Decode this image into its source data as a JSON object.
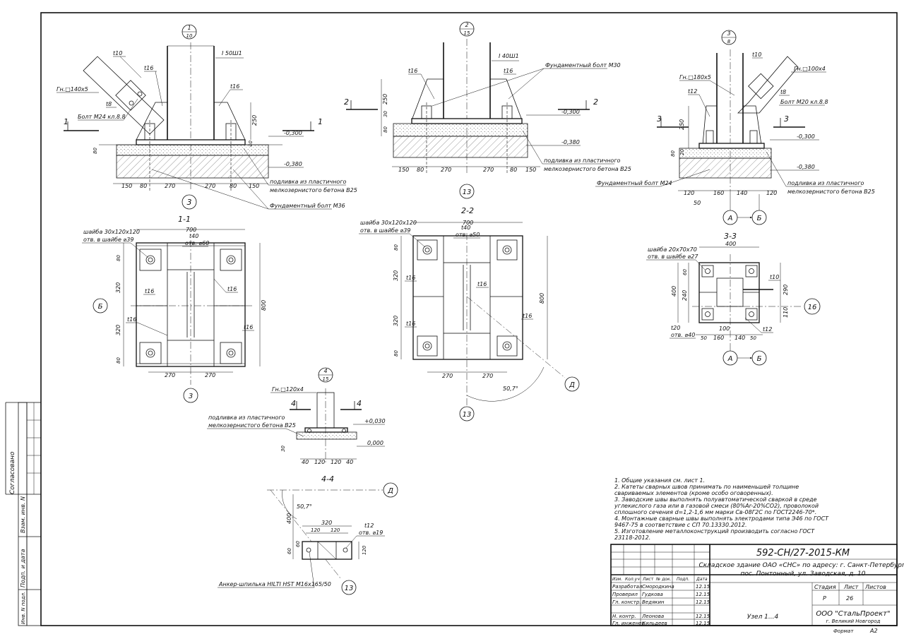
{
  "views": {
    "v1": {
      "marker_num": "1",
      "marker_sheet": "10",
      "beam": "I 50Ш1",
      "brace_plate": "Гн.□140х5",
      "bolt_note": "Болт М24 кл.8.8",
      "t10": "t10",
      "t16a": "t16",
      "t16b": "t16",
      "t8": "t8",
      "section": "1",
      "elev1": "-0,300",
      "elev2": "-0,380",
      "grout_note1": "подливка из пластичного",
      "grout_note2": "мелкозернистого бетона В25",
      "anchor_note": "Фундаментный болт М36",
      "dims_bottom": [
        "150",
        "80",
        "270",
        "270",
        "80",
        "150"
      ],
      "dim_v1": "250",
      "dim_v2": "80",
      "dim_v3": "40",
      "axis": "3"
    },
    "v2": {
      "marker_num": "2",
      "marker_sheet": "15",
      "beam": "I 40Ш1",
      "anchor_note": "Фундаментный болт М30",
      "t16a": "t16",
      "t16b": "t16",
      "section": "2",
      "elev1": "-0,300",
      "elev2": "-0,380",
      "grout_note1": "подливка из пластичного",
      "grout_note2": "мелкозернистого бетона В25",
      "dims_bottom": [
        "150",
        "80",
        "270",
        "270",
        "80",
        "150"
      ],
      "dim_v1": "250",
      "dim_v2": "30",
      "dim_v3": "80",
      "axis": "13"
    },
    "v3": {
      "marker_num": "3",
      "marker_sheet": "8",
      "brace_plate1": "Гн.□180х5",
      "brace_plate2": "Гн.□100х4",
      "t10": "t10",
      "t12": "t12",
      "t8": "t8",
      "bolt_note": "Болт М20 кл.8.8",
      "section": "3",
      "elev1": "-0,300",
      "elev2": "-0,380",
      "grout_note1": "подливка из пластичного",
      "grout_note2": "мелкозернистого бетона В25",
      "anchor_note": "Фундаментный болт М24",
      "dims_bottom": [
        "120",
        "160",
        "140",
        "120"
      ],
      "dim_50": "50",
      "dim_v1": "250",
      "dim_v2": "80",
      "dim_v3": "20",
      "axis_a": "А",
      "axis_b": "Б"
    },
    "s11": {
      "title": "1-1",
      "washer1": "шайба 30х120х120",
      "washer2": "отв. в шайбе ⌀39",
      "w700": "700",
      "t40": "t40",
      "hole": "отв. ⌀60",
      "t16a": "t16",
      "t16b": "t16",
      "t16c": "t16",
      "t16d": "t16",
      "h80a": "80",
      "h320a": "320",
      "h320b": "320",
      "h80b": "80",
      "h800": "800",
      "b270a": "270",
      "b270b": "270",
      "axis_left": "Б",
      "axis_bottom": "3"
    },
    "s22": {
      "title": "2-2",
      "washer1": "шайба 30х120х120",
      "washer2": "отв. в шайбе ⌀39",
      "w700": "700",
      "t40": "t40",
      "hole": "отв. ⌀50",
      "t16a": "t16",
      "t16b": "t16",
      "t16c": "t16",
      "t16d": "t16",
      "h80a": "80",
      "h320a": "320",
      "h320b": "320",
      "h80b": "80",
      "h800": "800",
      "b270a": "270",
      "b270b": "270",
      "angle": "50,7°",
      "axis_d": "Д",
      "axis_bottom": "13"
    },
    "s33": {
      "title": "3-3",
      "washer1": "шайба 20х70х70",
      "washer2": "отв. в шайбе ⌀27",
      "w400": "400",
      "h60": "60",
      "h240": "240",
      "h400": "400",
      "t10": "t10",
      "h290": "290",
      "h110": "110",
      "t20": "t20",
      "hole": "отв. ⌀40",
      "t12": "t12",
      "b100": "100",
      "b50a": "50",
      "b160": "160",
      "b140": "140",
      "b50b": "50",
      "axis_right": "16",
      "axis_a": "А",
      "axis_b": "Б"
    },
    "v4": {
      "marker_num": "4",
      "marker_sheet": "15",
      "plate": "Гн.□120х4",
      "section": "4",
      "grout_note1": "подливка из пластичного",
      "grout_note2": "мелкозернистого бетона В25",
      "elev1": "+0,030",
      "elev2": "0,000",
      "dims": [
        "40",
        "120",
        "120",
        "40"
      ],
      "dim_v": "30"
    },
    "s44": {
      "title": "4-4",
      "axis_d": "Д",
      "angle": "50,7°",
      "w320": "320",
      "b120a": "120",
      "b120b": "120",
      "t12": "t12",
      "hole": "отв. ⌀19",
      "h400": "400",
      "h60a": "60",
      "h60b": "60",
      "h120": "120",
      "anchor": "Анкер-шпилька HILTI HST M16х165/50",
      "axis": "13"
    }
  },
  "notes": [
    "1. Общие указания см. лист 1.",
    "2. Катеты сварных швов принимать по наименьшей толщине",
    "свариваемых элементов (кроме особо оговоренных).",
    "3. Заводские швы выполнять полуавтоматической сваркой в среде",
    "углекислого газа или в газовой смеси (80%Ar-20%CO2), проволокой",
    "сплошного сечения d=1,2-1,6 мм марки Св-08Г2С по ГОСТ2246-70*.",
    "4. Монтажные сварные швы выполнять электродами типа Э46 по ГОСТ",
    "9467-75 в соответствие с СП 70.13330.2012.",
    "5. Изготовление металлоконструкций производить согласно ГОСТ",
    "23118-2012."
  ],
  "stamp": {
    "code": "592-СН/27-2015-КМ",
    "project1": "Складское здание ОАО «СНС» по адресу: г. Санкт-Петербург,",
    "project2": "пос. Понтонный, ул. Заводская, д. 10",
    "hdr": [
      "Изм.",
      "Кол.уч",
      "Лист",
      "№ док.",
      "Подп.",
      "Дата"
    ],
    "people": [
      {
        "role": "Разработал",
        "name": "Смородкина",
        "date": "12.15"
      },
      {
        "role": "Проверил",
        "name": "Гудкова",
        "date": "12.15"
      },
      {
        "role": "Гл. констр.",
        "name": "Ведякин",
        "date": "12.15"
      },
      {
        "role": "Н. контр.",
        "name": "Леонова",
        "date": "12.15"
      },
      {
        "role": "Гл. инженер",
        "name": "Кильдеев",
        "date": "12.15"
      }
    ],
    "stage_hdr": "Стадия",
    "sheet_hdr": "Лист",
    "sheets_hdr": "Листов",
    "stage": "Р",
    "sheet": "26",
    "title": "Узел 1...4",
    "company1": "ООО \"СтальПроект\"",
    "company2": "г. Великий Новгород",
    "format_label": "Формат",
    "format": "А2"
  },
  "side": {
    "agreed": "Согласовано",
    "inv_vzam": "Взам. инв. N",
    "sign_date": "Подп. и дата",
    "inv_podl": "Инв. N подл."
  }
}
